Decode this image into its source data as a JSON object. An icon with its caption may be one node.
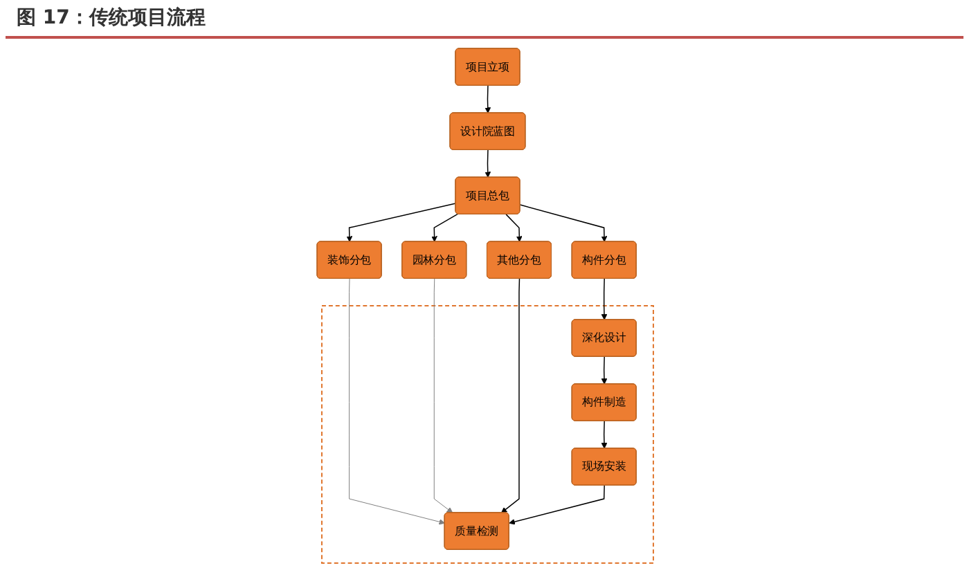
{
  "diagram": {
    "title": "图 17：传统项目流程",
    "nodes": [
      {
        "text": [
          "项目立项"
        ]
      },
      {
        "text": [
          "设计院蓝图"
        ]
      },
      {
        "text": [
          "项目总包"
        ]
      },
      {
        "text": [
          "构件分包"
        ]
      },
      {
        "text": [
          "装饰分包"
        ]
      },
      {
        "text": [
          "园林分包"
        ]
      },
      {
        "text": [
          "其他分包"
        ]
      },
      {
        "text": [],
        "shape": "box"
      },
      {
        "text": [
          "深化设计"
        ],
        "in": 7
      },
      {
        "text": [
          "构件制造"
        ],
        "in": 7
      },
      {
        "text": [
          "现场安装"
        ],
        "in": 7
      },
      {
        "text": [
          "质量检测"
        ],
        "in": 7
      }
    ],
    "edges": [
      {
        "from": 0,
        "to": 1,
        "arrow": "to"
      },
      {
        "from": 1,
        "to": 2,
        "arrow": "to"
      },
      {
        "from": 2,
        "to": 3,
        "arrow": "to"
      },
      {
        "from": 2,
        "to": 4,
        "arrow": "to"
      },
      {
        "from": 2,
        "to": 5,
        "arrow": "to"
      },
      {
        "from": 2,
        "to": 6,
        "arrow": "to"
      },
      {
        "from": 3,
        "to": 8,
        "arrow": "to"
      },
      {
        "from": 4,
        "to": 11,
        "arrow": "to",
        "color": "#808080"
      },
      {
        "from": 5,
        "to": 11,
        "arrow": "to",
        "color": "#808080"
      },
      {
        "from": 6,
        "to": 11,
        "arrow": "to"
      },
      {
        "from": 8,
        "to": 9,
        "arrow": "to"
      },
      {
        "from": 9,
        "to": 10,
        "arrow": "to"
      },
      {
        "from": 10,
        "to": 11,
        "arrow": "to"
      }
    ]
  }
}
